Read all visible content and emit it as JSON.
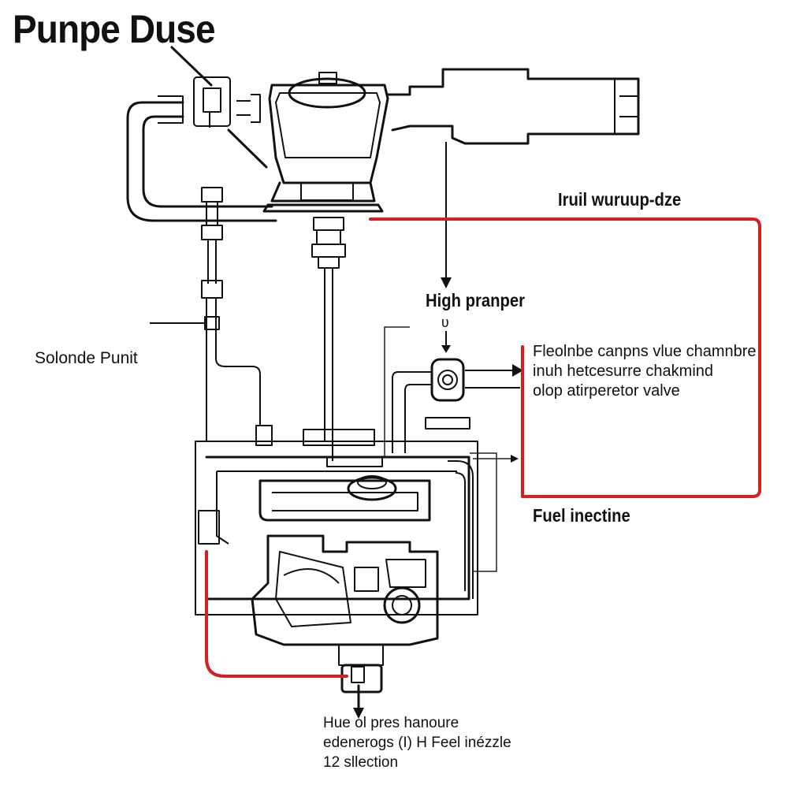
{
  "title": "Punpe Duse",
  "labels": {
    "fuel_wurup": "Iruil wuruup-dze",
    "high_pranper": "High pranper",
    "arrow_glyph": "ʋ",
    "solonde": "Solonde Punit",
    "flexible_lines": [
      "Fleolnbe canpns vlue chamnbre",
      "inuh hetcesurre chakmind",
      "olop atirperetor valve"
    ],
    "fuel_inectine": "Fuel inectine",
    "bottom_lines": [
      "Hue ol pres hanoure",
      "edenerogs (I) H Feel inézzle",
      "12 sllection"
    ]
  },
  "colors": {
    "line": "#111111",
    "fuel_line": "#d42020",
    "background": "#ffffff"
  }
}
